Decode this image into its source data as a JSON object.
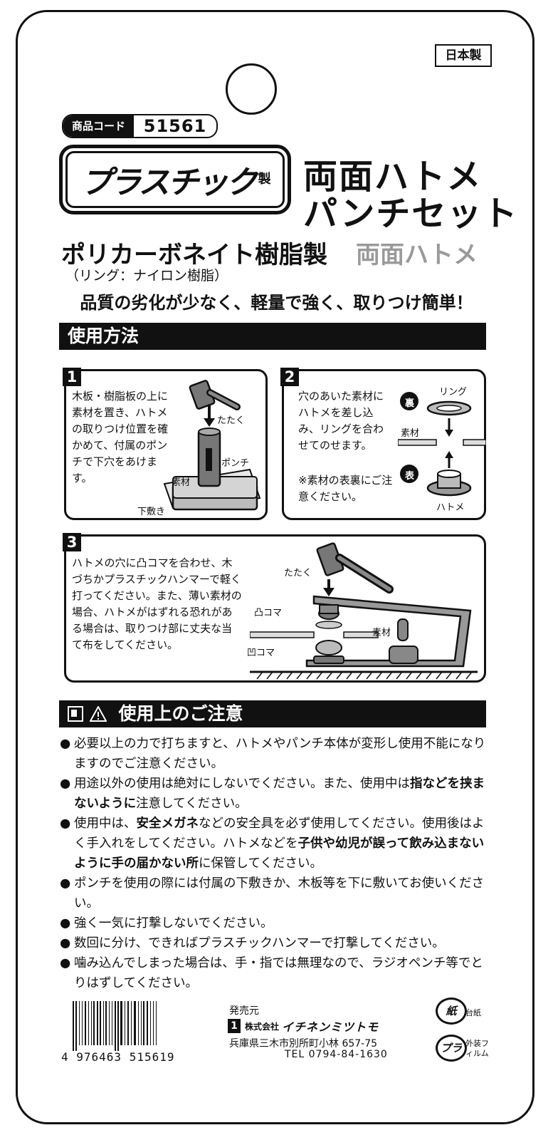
{
  "header": {
    "made_in": "日本製",
    "code_label": "商品コード",
    "code_value": "51561"
  },
  "title": {
    "plastic_main": "プラスチック",
    "plastic_suffix": "製",
    "line1": "両面ハトメ",
    "line2": "パンチセット"
  },
  "material": {
    "main": "ポリカーボネイト樹脂製",
    "gray": "両面ハトメ",
    "sub": "（リング：ナイロン樹脂）"
  },
  "tagline": "品質の劣化が少なく、軽量で強く、取りつけ簡単！",
  "usage": {
    "heading": "使用方法",
    "step1": {
      "num": "1",
      "text": "木板・樹脂板の上に素材を置き、ハトメの取りつけ位置を確かめて、付属のポンチで下穴をあけます。",
      "labels": {
        "hit": "たたく",
        "punch": "ポンチ",
        "material": "素材",
        "underlay": "下敷き"
      }
    },
    "step2": {
      "num": "2",
      "text": "穴のあいた素材にハトメを差し込み、リングを合わせてのせます。",
      "note": "※素材の表裏にご注意ください。",
      "labels": {
        "back": "裏",
        "front": "表",
        "ring": "リング",
        "material": "素材",
        "eyelet": "ハトメ"
      }
    },
    "step3": {
      "num": "3",
      "text": "ハトメの穴に凸コマを合わせ、木づちかプラスチックハンマーで軽く打ってください。また、薄い素材の場合、ハトメがはずれる恐れがある場合は、取りつけ部に丈夫な当て布をしてください。",
      "labels": {
        "hit": "たたく",
        "convex": "凸コマ",
        "material": "素材",
        "concave": "凹コマ"
      }
    }
  },
  "caution": {
    "heading": "使用上のご注意",
    "items": [
      [
        {
          "t": "必要以上の力で打ちますと、ハトメやパンチ本体が変形し使用不能になりますのでご注意ください。",
          "b": false
        }
      ],
      [
        {
          "t": "用途以外の使用は絶対にしないでください。また、使用中は",
          "b": false
        },
        {
          "t": "指などを挟まないように",
          "b": true
        },
        {
          "t": "注意してください。",
          "b": false
        }
      ],
      [
        {
          "t": "使用中は、",
          "b": false
        },
        {
          "t": "安全メガネ",
          "b": true
        },
        {
          "t": "などの安全具を必ず使用してください。使用後はよく手入れをしてください。ハトメなどを",
          "b": false
        },
        {
          "t": "子供や幼児が誤って飲み込まないように手の届かない所",
          "b": true
        },
        {
          "t": "に保管してください。",
          "b": false
        }
      ],
      [
        {
          "t": "ポンチを使用の際には付属の下敷きか、木板等を下に敷いてお使いください。",
          "b": false
        }
      ],
      [
        {
          "t": "強く一気に打撃しないでください。",
          "b": false
        }
      ],
      [
        {
          "t": "数回に分け、できればプラスチックハンマーで打撃してください。",
          "b": false
        }
      ],
      [
        {
          "t": "噛み込んでしまった場合は、手・指では無理なので、ラジオペンチ等でとりはずしてください。",
          "b": false
        }
      ]
    ]
  },
  "footer": {
    "barcode_digits": "4 976463 515619",
    "publisher_label": "発売元",
    "company_logo": "1",
    "company_prefix": "株式会社",
    "company_name": "イチネンミツトモ",
    "address": "兵庫県三木市別所町小林 657-75",
    "tel": "TEL 0794-84-1630",
    "recycle_paper_symbol": "紙",
    "recycle_paper_text": "台紙",
    "recycle_plastic_symbol": "プラ",
    "recycle_plastic_text": "外装フィルム"
  }
}
